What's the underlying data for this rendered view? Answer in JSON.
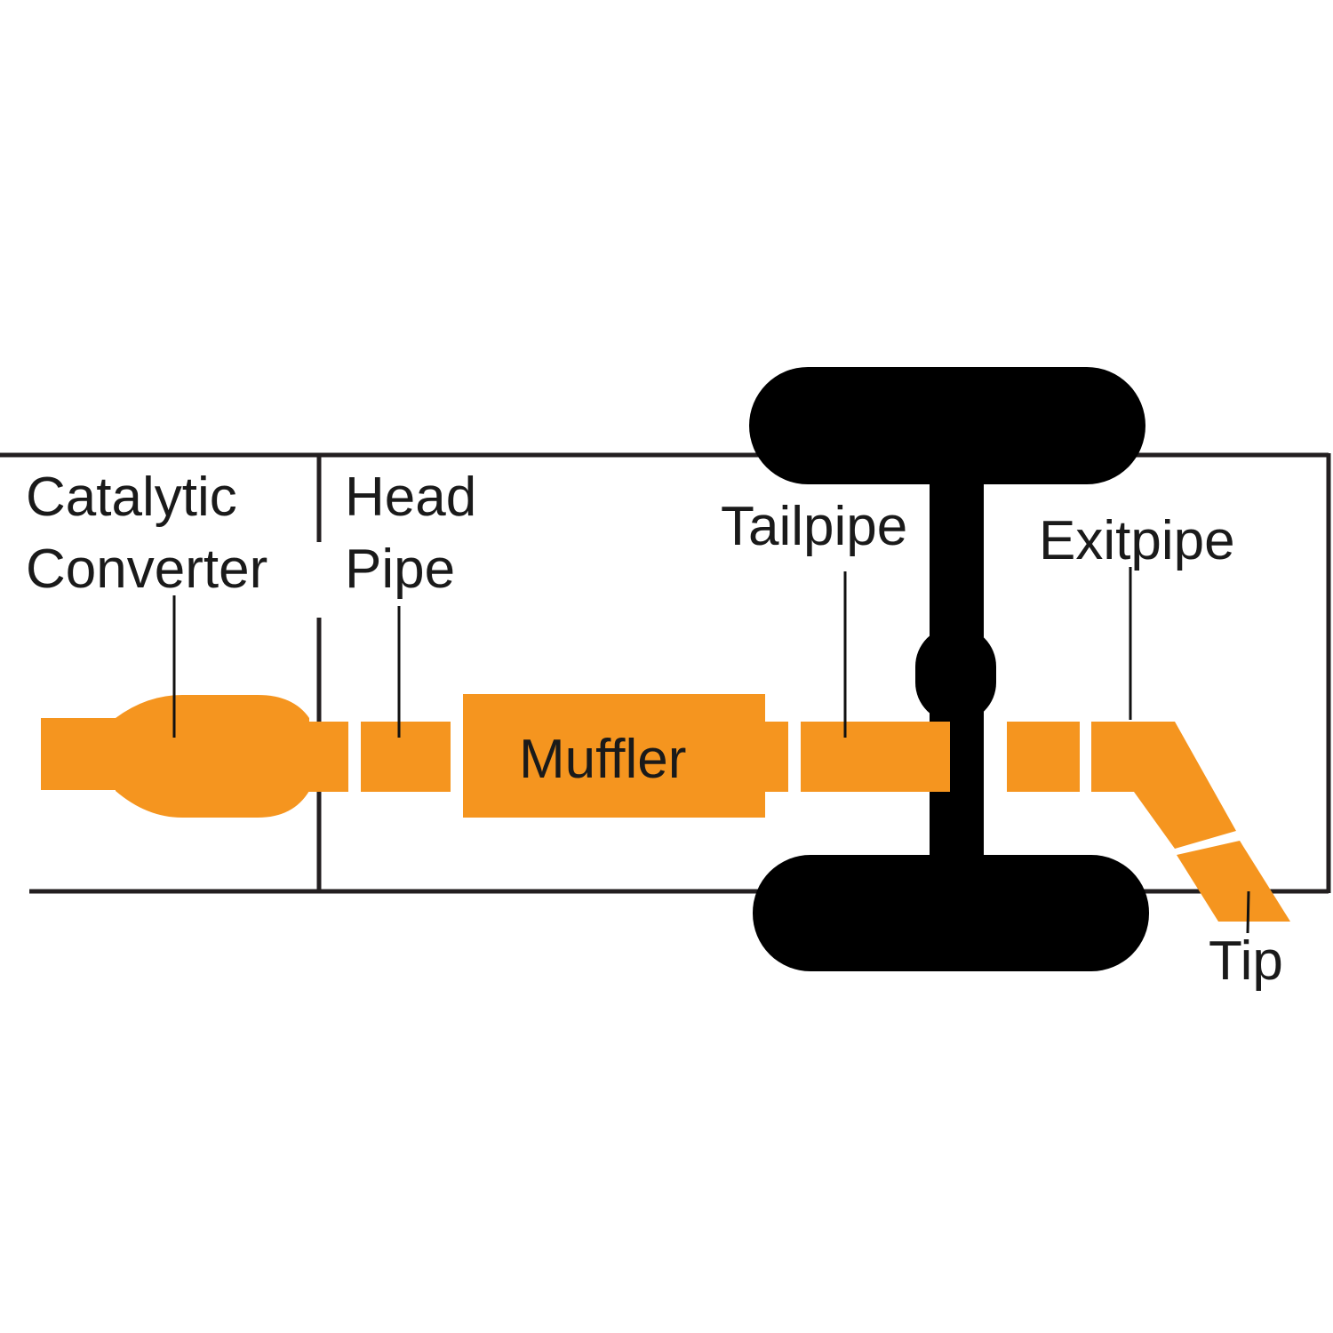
{
  "diagram": {
    "title": "Exhaust system parts",
    "labels": {
      "catalytic_line1": "Catalytic",
      "catalytic_line2": "Converter",
      "head_line1": "Head",
      "head_line2": "Pipe",
      "muffler": "Muffler",
      "tailpipe": "Tailpipe",
      "exitpipe": "Exitpipe",
      "tip": "Tip"
    },
    "colors": {
      "pipe": "#F5951F",
      "axle": "#000000",
      "frame": "#231F20"
    }
  }
}
